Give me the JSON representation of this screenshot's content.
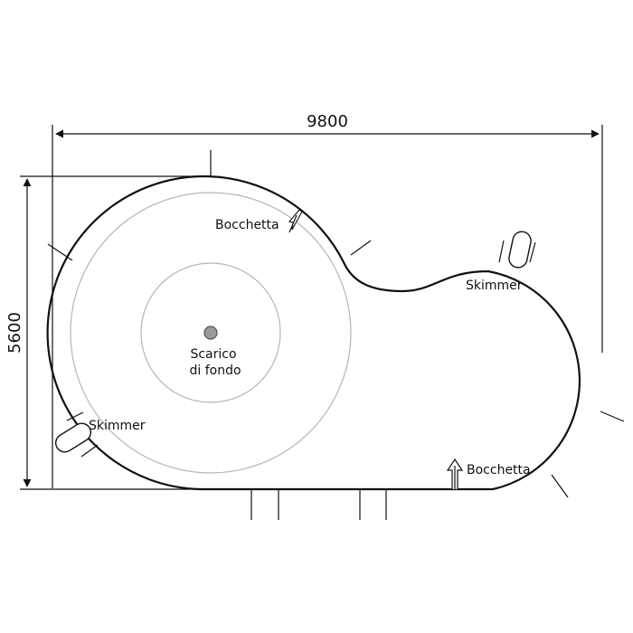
{
  "dimensions": {
    "width": "9800",
    "height": "5600"
  },
  "labels": {
    "nozzle_top": "Bocchetta",
    "nozzle_bottom": "Bocchetta",
    "skimmer_right": "Skimmer",
    "skimmer_left": "Skimmer",
    "drain_line1": "Scarico",
    "drain_line2": "di fondo"
  },
  "colors": {
    "outline": "#111111",
    "inner_circle": "#b5b5b5",
    "drain_fill": "#999999"
  }
}
